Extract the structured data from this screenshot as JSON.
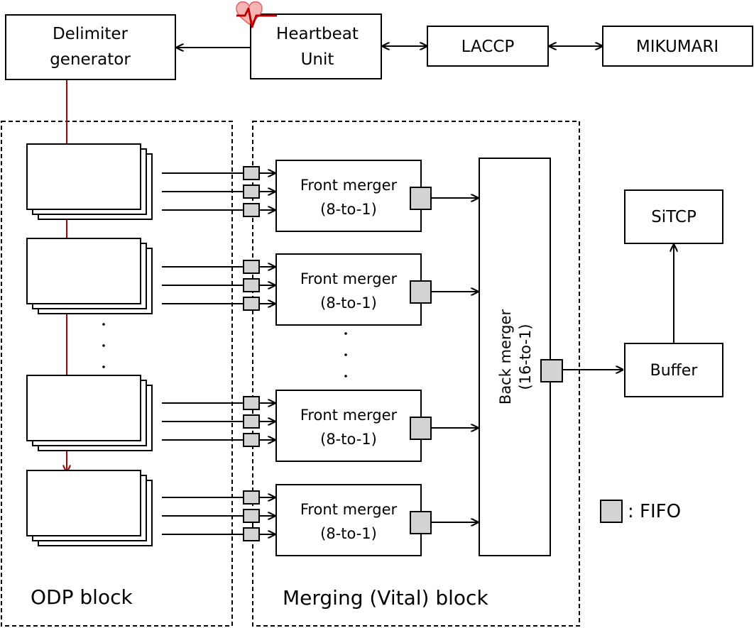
{
  "top_row": {
    "delimiter_generator": [
      "Delimiter",
      "generator"
    ],
    "heartbeat_unit": [
      "Heartbeat",
      "Unit"
    ],
    "laccp": "LACCP",
    "mikumari": "MIKUMARI"
  },
  "odp_block": {
    "label": "ODP block"
  },
  "merging_block": {
    "label": "Merging (Vital) block",
    "front_mergers": [
      {
        "line1": "Front merger",
        "line2": "(8-to-1)"
      },
      {
        "line1": "Front merger",
        "line2": "(8-to-1)"
      },
      {
        "line1": "Front merger",
        "line2": "(8-to-1)"
      },
      {
        "line1": "Front merger",
        "line2": "(8-to-1)"
      }
    ],
    "back_merger": {
      "line1": "Back merger",
      "line2": "(16-to-1)"
    }
  },
  "sitcp": "SiTCP",
  "buffer": "Buffer",
  "legend": {
    "fifo": ": FIFO"
  },
  "colors": {
    "delimiter_line": "#b00000",
    "fifo_fill": "#d3d3d3",
    "heart": "#f5b5b5"
  },
  "icons": {
    "heartbeat": "heart-pulse-icon"
  }
}
